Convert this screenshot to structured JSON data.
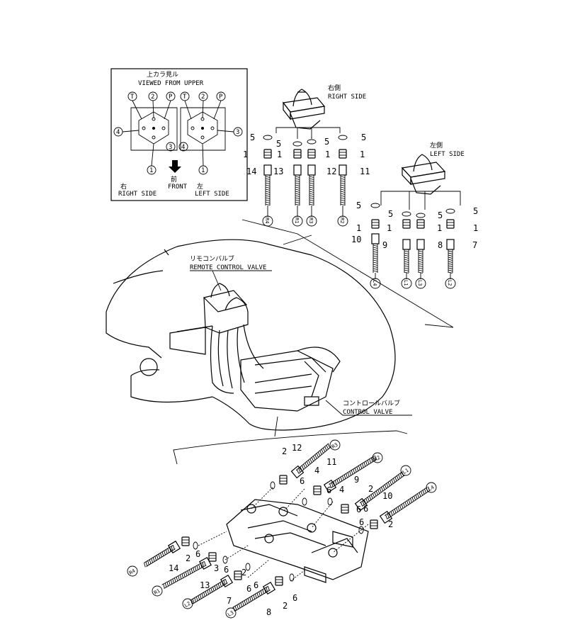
{
  "inset": {
    "title_jp": "上カラ見ル",
    "title_en": "VIEWED FROM UPPER",
    "port_labels": [
      "T",
      "2",
      "P",
      "T",
      "2",
      "P"
    ],
    "side_numbers": [
      "4",
      "3",
      "3",
      "4",
      "1",
      "1"
    ],
    "arrow_jp": "前",
    "arrow_en": "FRONT",
    "right_jp": "右",
    "right_en": "RIGHT SIDE",
    "left_jp": "左",
    "left_en": "LEFT SIDE"
  },
  "right_valve": {
    "title_jp": "右側",
    "title_en": "RIGHT SIDE",
    "o_ring_labels": [
      "5",
      "5",
      "5",
      "5"
    ],
    "adapter_labels": [
      "1",
      "1",
      "1",
      "1"
    ],
    "hose_labels": [
      "14",
      "13",
      "12",
      "11"
    ],
    "end_tags": [
      "R4",
      "R1",
      "R3",
      "R2"
    ]
  },
  "left_valve": {
    "title_jp": "左側",
    "title_en": "LEFT SIDE",
    "o_ring_labels": [
      "5",
      "5",
      "5",
      "5"
    ],
    "adapter_labels": [
      "1",
      "1",
      "1",
      "1"
    ],
    "hose_labels": [
      "10",
      "9",
      "8",
      "7"
    ],
    "end_tags": [
      "L4",
      "L1",
      "L3",
      "L2"
    ]
  },
  "remote_valve": {
    "title_jp": "リモコンバルブ",
    "title_en": "REMOTE CONTROL VALVE"
  },
  "control_valve": {
    "title_jp": "コントロールバルブ",
    "title_en": "CONTROL VALVE"
  },
  "lower_assembly": {
    "callouts": [
      "2",
      "12",
      "11",
      "4",
      "9",
      "2",
      "10",
      "2",
      "6",
      "6",
      "6",
      "4",
      "6",
      "14",
      "2",
      "6",
      "3",
      "6",
      "13",
      "6",
      "2",
      "7",
      "6",
      "8",
      "2",
      "6",
      "6"
    ],
    "end_tags": [
      "R3",
      "R2",
      "L1",
      "L4",
      "R4",
      "R1",
      "L2",
      "L3"
    ]
  }
}
